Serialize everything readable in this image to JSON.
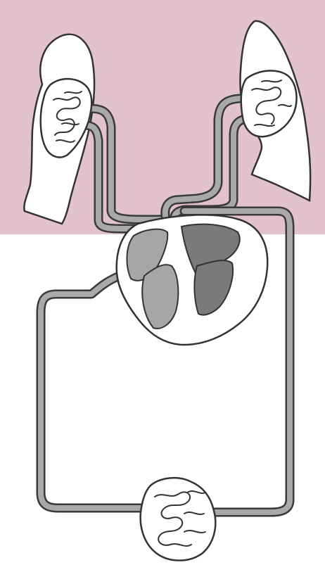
{
  "diagram": {
    "colors": {
      "upper_background": "#e2c2cc",
      "lower_background": "#ffffff",
      "organ_fill": "#ffffff",
      "vessel_fill": "#a9a9a9",
      "vessel_edge": "#3a3a3a",
      "heart_chamber_light": "#a6a6a6",
      "heart_chamber_dark": "#7a7a7a",
      "outline": "#333333"
    },
    "parts": [
      {
        "id": "left-lung",
        "icon": "lung-icon"
      },
      {
        "id": "right-lung",
        "icon": "lung-icon"
      },
      {
        "id": "left-lung-capillary-bed",
        "icon": "capillary-icon"
      },
      {
        "id": "right-lung-capillary-bed",
        "icon": "capillary-icon"
      },
      {
        "id": "heart",
        "icon": "heart-icon"
      },
      {
        "id": "systemic-capillary-bed",
        "icon": "capillary-icon"
      },
      {
        "id": "vessels",
        "icon": "vessel-icon"
      }
    ]
  }
}
